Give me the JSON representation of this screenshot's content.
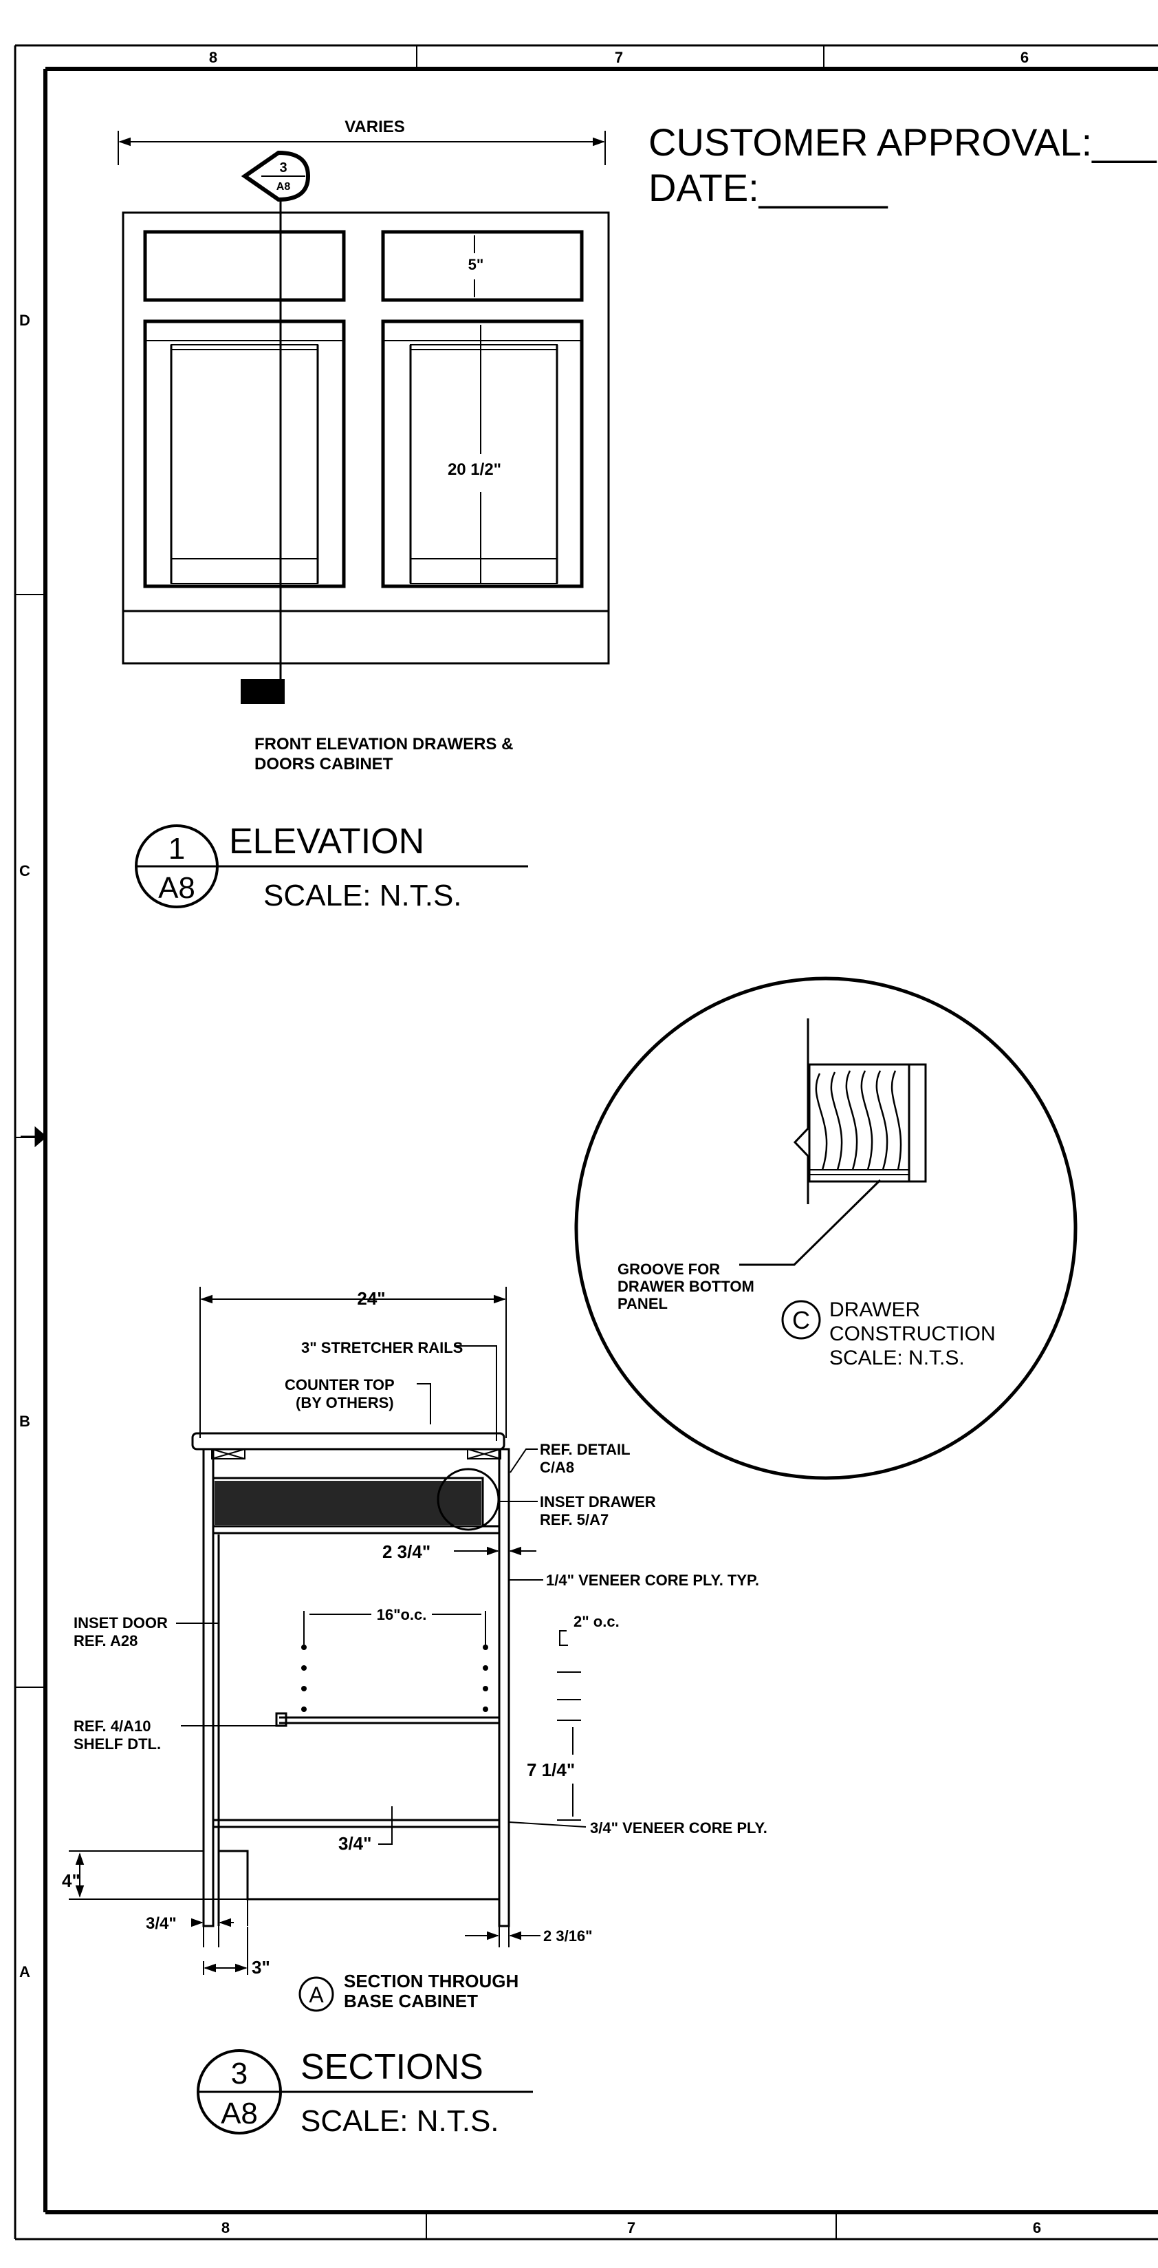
{
  "zones": {
    "top": [
      "8",
      "7",
      "6"
    ],
    "bottom": [
      "8",
      "7",
      "6"
    ],
    "left": [
      "D",
      "C",
      "B",
      "A"
    ]
  },
  "customer": {
    "approval_label": "CUSTOMER APPROVAL:___",
    "date_label": "DATE:______"
  },
  "elevation": {
    "width_dim": "VARIES",
    "section_ref_num": "3",
    "section_ref_sheet": "A8",
    "drawer_dim": "5\"",
    "door_dim": "20 1/2\"",
    "caption_line1": "FRONT ELEVATION DRAWERS &",
    "caption_line2": "DOORS CABINET",
    "callout_num": "1",
    "callout_sheet": "A8",
    "title": "ELEVATION",
    "scale": "SCALE: N.T.S."
  },
  "drawer_detail": {
    "groove_line1": "GROOVE FOR",
    "groove_line2": "DRAWER BOTTOM",
    "groove_line3": "PANEL",
    "letter": "C",
    "title_line1": "DRAWER",
    "title_line2": "CONSTRUCTION",
    "scale": "SCALE: N.T.S."
  },
  "section": {
    "width_dim": "24\"",
    "stretcher": "3\" STRETCHER RAILS",
    "counter_line1": "COUNTER TOP",
    "counter_line2": "(BY OTHERS)",
    "ref_detail_line1": "REF. DETAIL",
    "ref_detail_line2": "C/A8",
    "inset_drawer_line1": "INSET DRAWER",
    "inset_drawer_line2": "REF. 5/A7",
    "dim_2_3_4": "2 3/4\"",
    "veneer_quarter": "1/4\" VENEER CORE PLY. TYP.",
    "inset_door_line1": "INSET DOOR",
    "inset_door_line2": "REF. A28",
    "spacing_16": "16\"o.c.",
    "spacing_2": "2\" o.c.",
    "shelf_line1": "REF. 4/A10",
    "shelf_line2": "SHELF DTL.",
    "dim_7_1_4": "7 1/4\"",
    "dim_3_4_mid": "3/4\"",
    "veneer_three_quarter": "3/4\" VENEER CORE PLY.",
    "dim_4": "4\"",
    "dim_3_4_low": "3/4\"",
    "dim_3": "3\"",
    "dim_2_3_16": "2 3/16\"",
    "caption_letter": "A",
    "caption_line1": "SECTION THROUGH",
    "caption_line2": "BASE CABINET",
    "callout_num": "3",
    "callout_sheet": "A8",
    "title": "SECTIONS",
    "scale": "SCALE: N.T.S."
  }
}
